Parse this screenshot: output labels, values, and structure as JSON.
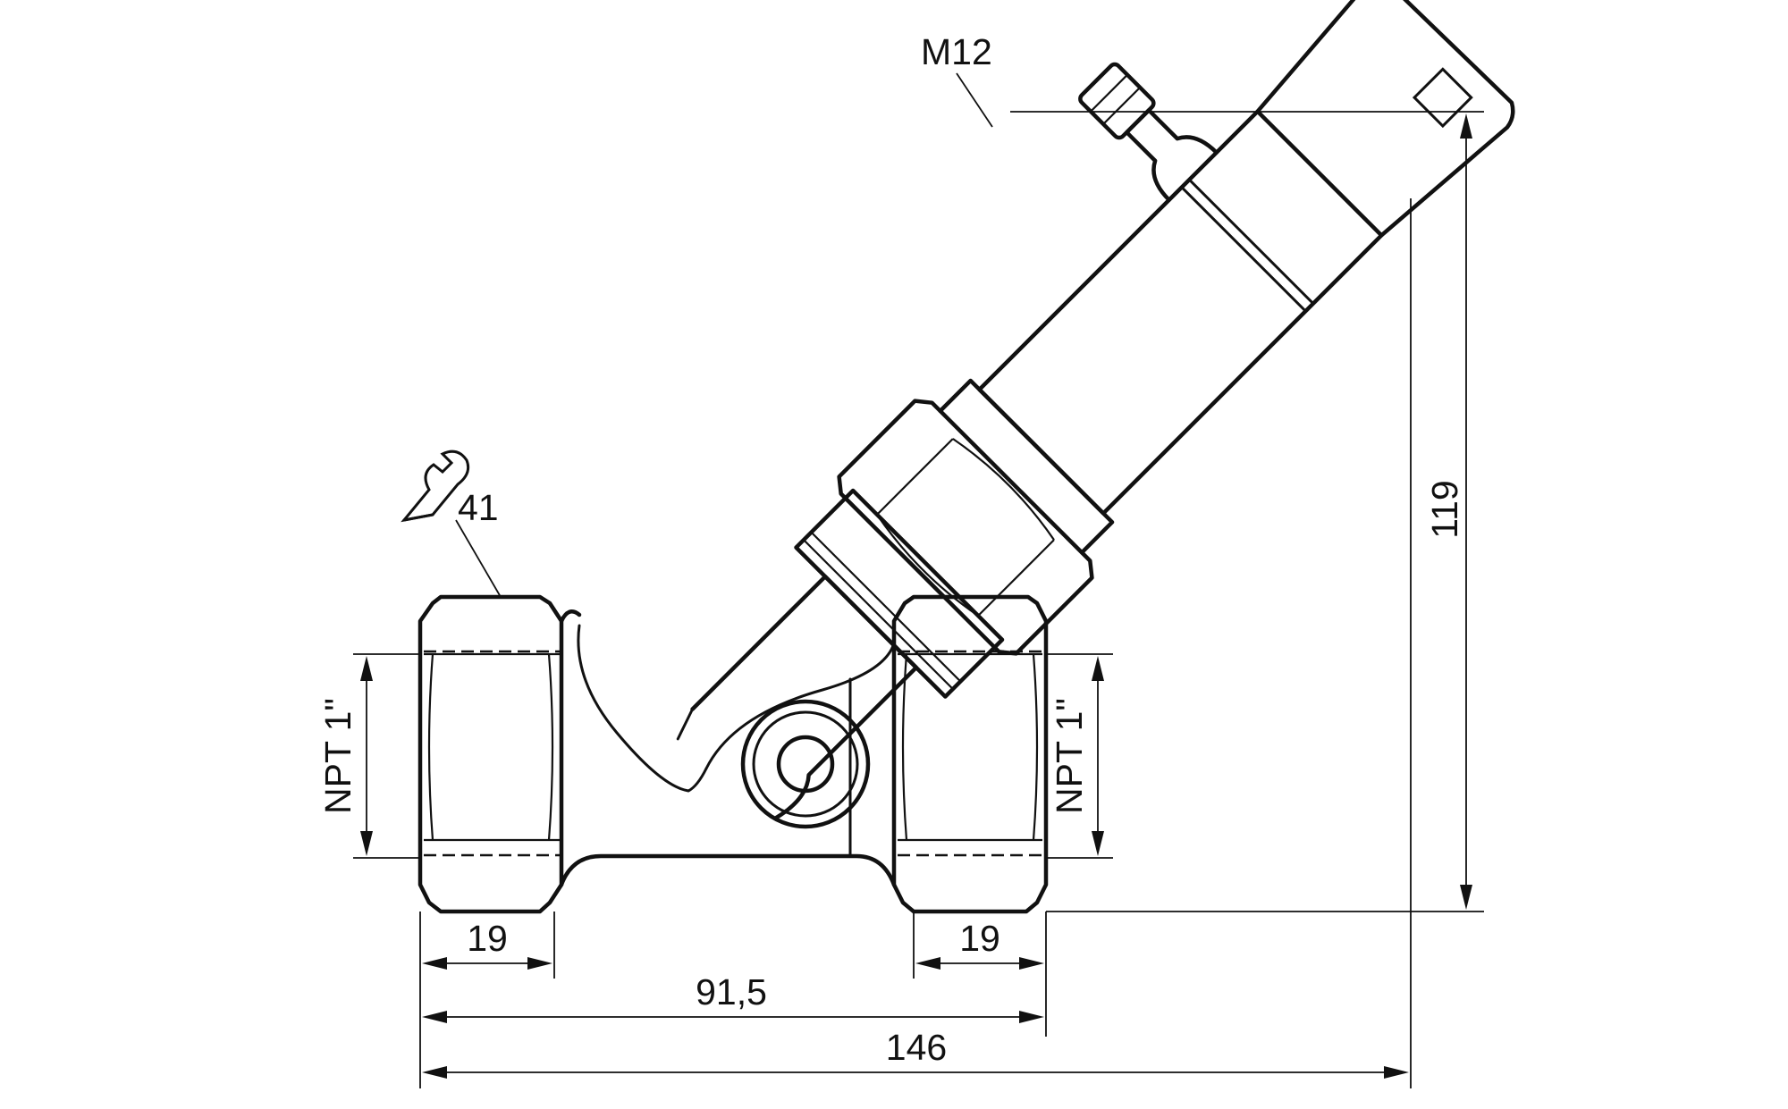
{
  "drawing": {
    "connector_label": "M12",
    "wrench_size": "41",
    "thread_left": "NPT 1\"",
    "thread_right": "NPT 1\"",
    "dim_thread_left": "19",
    "dim_thread_right": "19",
    "dim_port_distance": "91,5",
    "dim_overall_width": "146",
    "dim_overall_height": "119"
  }
}
